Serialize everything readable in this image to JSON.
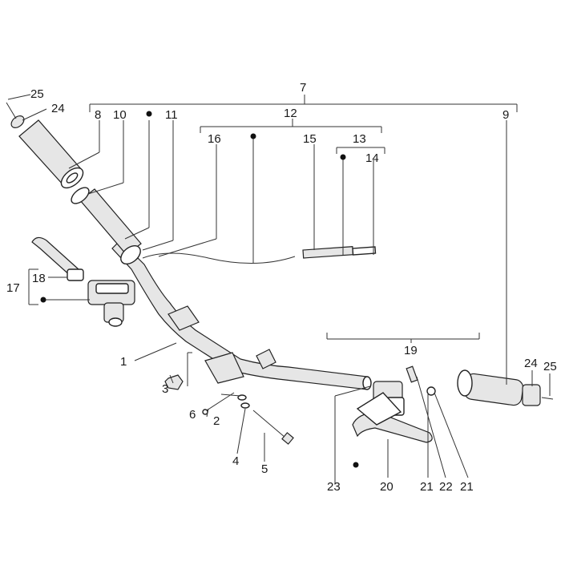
{
  "callouts": {
    "n1": "1",
    "n2": "2",
    "n3": "3",
    "n4": "4",
    "n5": "5",
    "n6": "6",
    "n7": "7",
    "n8": "8",
    "n9": "9",
    "n10": "10",
    "n11": "11",
    "n12": "12",
    "n13": "13",
    "n14": "14",
    "n15": "15",
    "n16": "16",
    "n17": "17",
    "n18": "18",
    "n19": "19",
    "n20": "20",
    "n21a": "21",
    "n21b": "21",
    "n22": "22",
    "n23": "23",
    "n24a": "24",
    "n24b": "24",
    "n25a": "25",
    "n25b": "25"
  },
  "colors": {
    "line": "#333333",
    "part_fill": "#e6e6e6",
    "background": "#ffffff"
  }
}
